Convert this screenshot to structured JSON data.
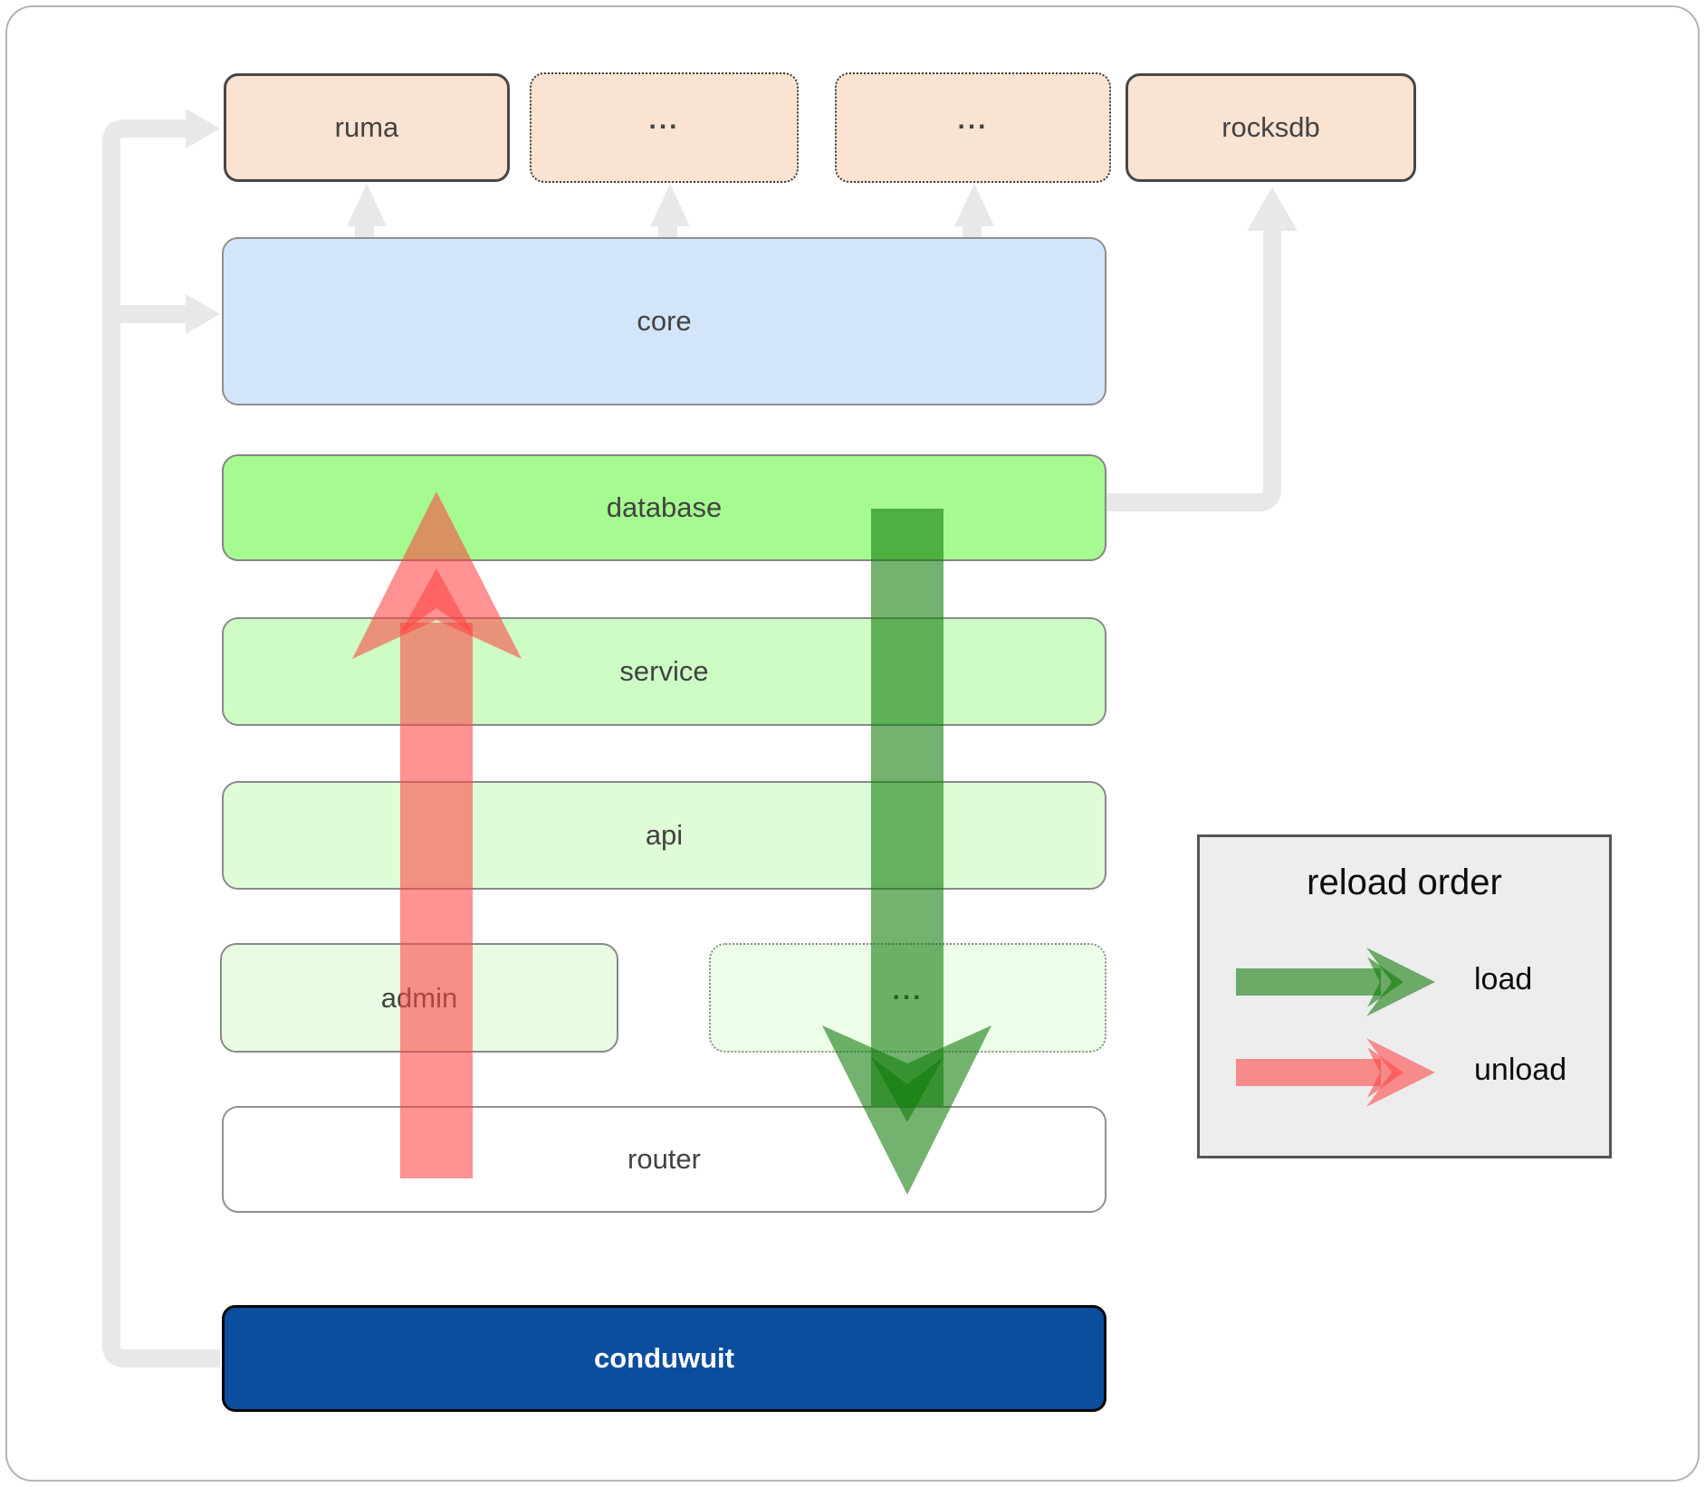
{
  "boxes": {
    "ruma": {
      "label": "ruma"
    },
    "more_top_1": {
      "label": "..."
    },
    "more_top_2": {
      "label": "..."
    },
    "rocksdb": {
      "label": "rocksdb"
    },
    "core": {
      "label": "core"
    },
    "database": {
      "label": "database"
    },
    "service": {
      "label": "service"
    },
    "api": {
      "label": "api"
    },
    "admin": {
      "label": "admin"
    },
    "more_admin": {
      "label": "..."
    },
    "router": {
      "label": "router"
    },
    "conduwuit": {
      "label": "conduwuit"
    }
  },
  "legend": {
    "title": "reload order",
    "load_label": "load",
    "unload_label": "unload"
  },
  "colors": {
    "load_arrow": "#0d7b07",
    "unload_arrow": "#ff4444",
    "crate_fill": "#fbe3d1",
    "core_fill": "#d2e5fa",
    "database_fill": "#a5fb8f",
    "service_fill": "#cdfdc5",
    "api_fill": "#defdd7",
    "admin_fill": "#eafbe4",
    "admin_more_fill": "#ecfde8",
    "conduwuit_fill": "#0b4e9e",
    "connector_gray": "#e8e8e8"
  }
}
